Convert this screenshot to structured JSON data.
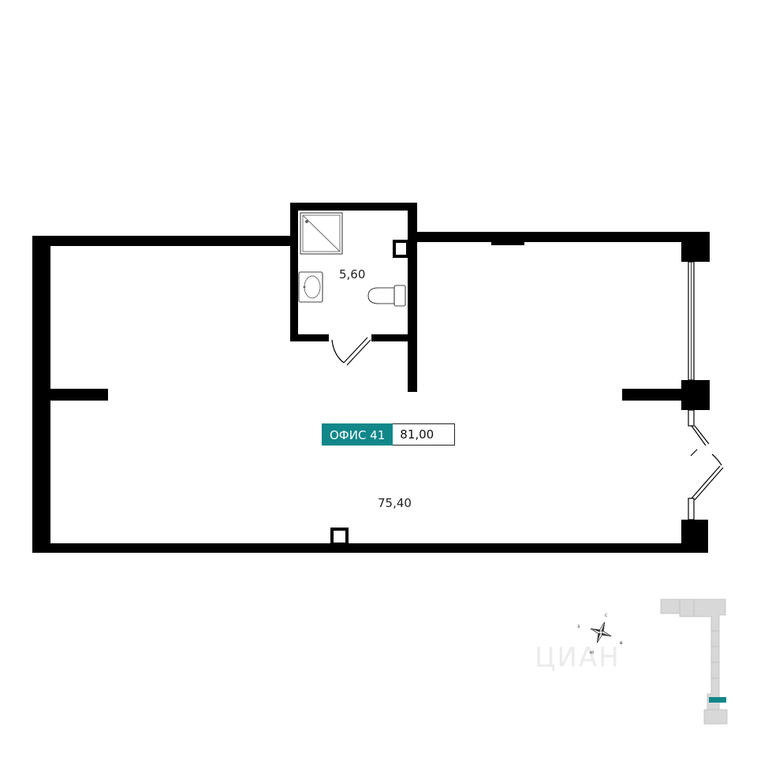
{
  "unit": {
    "name": "ОФИС 41",
    "total_area": "81,00",
    "accent_color": "#11878a"
  },
  "rooms": {
    "bathroom_area": "5,60",
    "office_area": "75,40"
  },
  "compass": {
    "north": "с",
    "east": "в",
    "south": "ю",
    "west": "з"
  },
  "watermark": {
    "text": "ЦИАН"
  },
  "icons": [
    "compass-icon",
    "shower-icon",
    "sink-icon",
    "toilet-icon",
    "door-swing-icon"
  ]
}
